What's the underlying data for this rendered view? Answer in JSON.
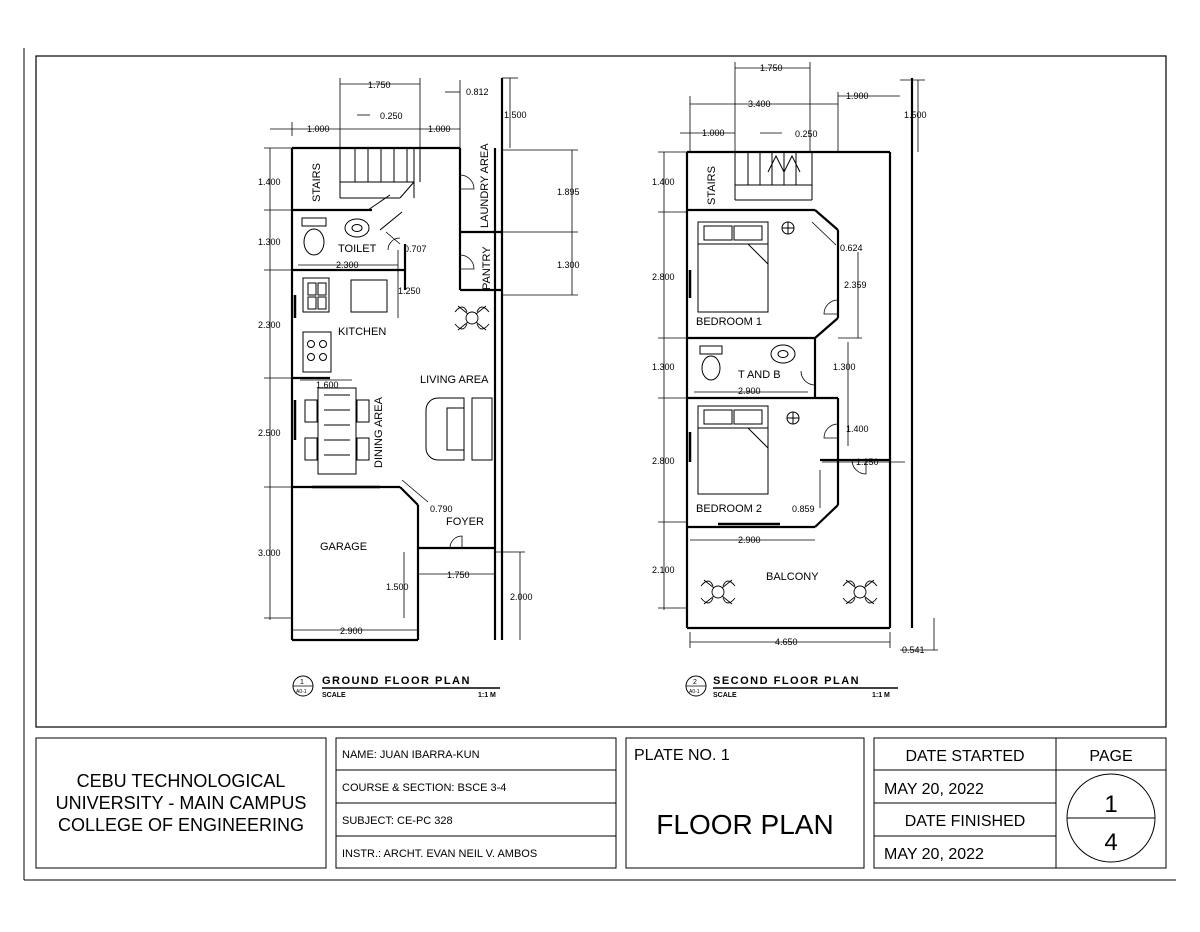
{
  "ground_floor": {
    "rooms": {
      "stairs": "STAIRS",
      "laundry": "LAUNDRY AREA",
      "toilet": "TOILET",
      "pantry": "PANTRY",
      "kitchen": "KITCHEN",
      "living": "LIVING AREA",
      "dining": "DINING AREA",
      "foyer": "FOYER",
      "garage": "GARAGE"
    },
    "dims": {
      "d1750_top": "1.750",
      "d0250": "0.250",
      "d1000_l": "1.000",
      "d1000_r": "1.000",
      "d0812": "0.812",
      "d1500_top": "1.500",
      "d1400": "1.400",
      "d1300_toilet": "1.300",
      "d2300_kitchen": "2.300",
      "d2500": "2.500",
      "d3000": "3.000",
      "d1895": "1.895",
      "d1300_pantry": "1.300",
      "d0707": "0.707",
      "d2300_toilet": "2.300",
      "d1250": "1.250",
      "d1600": "1.600",
      "d0790": "0.790",
      "d1750_foyer": "1.750",
      "d1500_garage": "1.500",
      "d2000": "2.000",
      "d2900": "2.900"
    },
    "title": "GROUND FLOOR PLAN",
    "scale_label": "SCALE",
    "scale_value": "1:1 M",
    "tag_num": "1",
    "tag_sheet": "A0-1"
  },
  "second_floor": {
    "rooms": {
      "stairs": "STAIRS",
      "bedroom1": "BEDROOM 1",
      "tandb": "T AND B",
      "bedroom2": "BEDROOM 2",
      "balcony": "BALCONY"
    },
    "dims": {
      "d1750": "1.750",
      "d1900": "1.900",
      "d3400": "3.400",
      "d1000": "1.000",
      "d0250": "0.250",
      "d1500": "1.500",
      "d1400_stairs": "1.400",
      "d2800_b1": "2.800",
      "d1300_tb": "1.300",
      "d2800_b2": "2.800",
      "d2100": "2.100",
      "d0624": "0.624",
      "d2359": "2.359",
      "d1300_r": "1.300",
      "d2900_tb": "2.900",
      "d1400_r": "1.400",
      "d1250": "1.250",
      "d0859": "0.859",
      "d2900_b2": "2.900",
      "d4650": "4.650",
      "d0541": "0.541"
    },
    "title": "SECOND FLOOR PLAN",
    "scale_label": "SCALE",
    "scale_value": "1:1 M",
    "tag_num": "2",
    "tag_sheet": "A0-1"
  },
  "title_block": {
    "school_line1": "CEBU TECHNOLOGICAL",
    "school_line2": "UNIVERSITY - MAIN CAMPUS",
    "school_line3": "COLLEGE OF ENGINEERING",
    "name": "NAME: JUAN IBARRA-KUN",
    "course": "COURSE & SECTION: BSCE 3-4",
    "subject": "SUBJECT: CE-PC 328",
    "instructor": "INSTR.: ARCHT. EVAN NEIL V. AMBOS",
    "plate_no": "PLATE NO. 1",
    "plate_title": "FLOOR PLAN",
    "date_started_label": "DATE STARTED",
    "date_started": "MAY 20, 2022",
    "date_finished_label": "DATE FINISHED",
    "date_finished": "MAY 20, 2022",
    "page_label": "PAGE",
    "page_num": "1",
    "page_total": "4"
  }
}
